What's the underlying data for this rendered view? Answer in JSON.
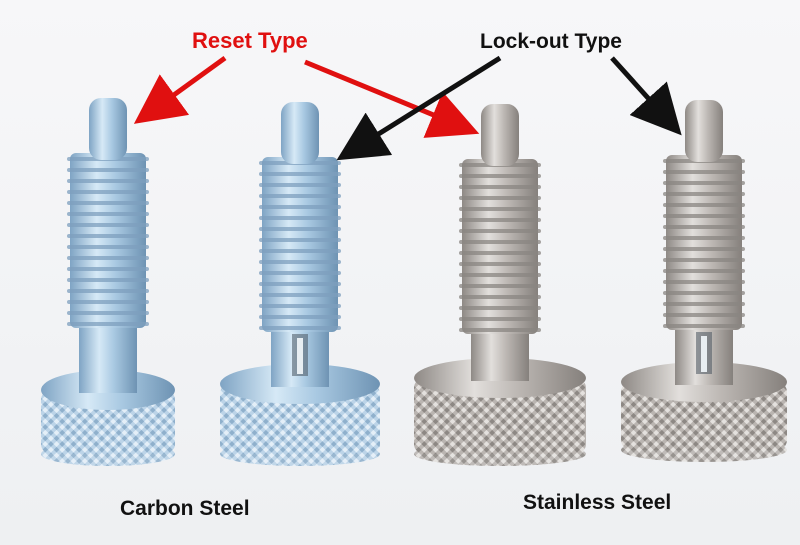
{
  "labels": {
    "reset_type": "Reset Type",
    "lockout_type": "Lock-out Type",
    "carbon_steel": "Carbon Steel",
    "stainless_steel": "Stainless Steel"
  },
  "colors": {
    "reset_arrow": "#e01010",
    "lockout_arrow": "#111111",
    "carbon_metal": "#b7d6ec",
    "stainless_metal": "#c6c2bf"
  },
  "plungers": [
    {
      "name": "carbon-reset-plunger",
      "material": "carbon",
      "slot": false
    },
    {
      "name": "carbon-lockout-plunger",
      "material": "carbon",
      "slot": true
    },
    {
      "name": "stainless-reset-plunger",
      "material": "stainless",
      "slot": false
    },
    {
      "name": "stainless-lockout-plunger",
      "material": "stainless",
      "slot": true
    }
  ]
}
